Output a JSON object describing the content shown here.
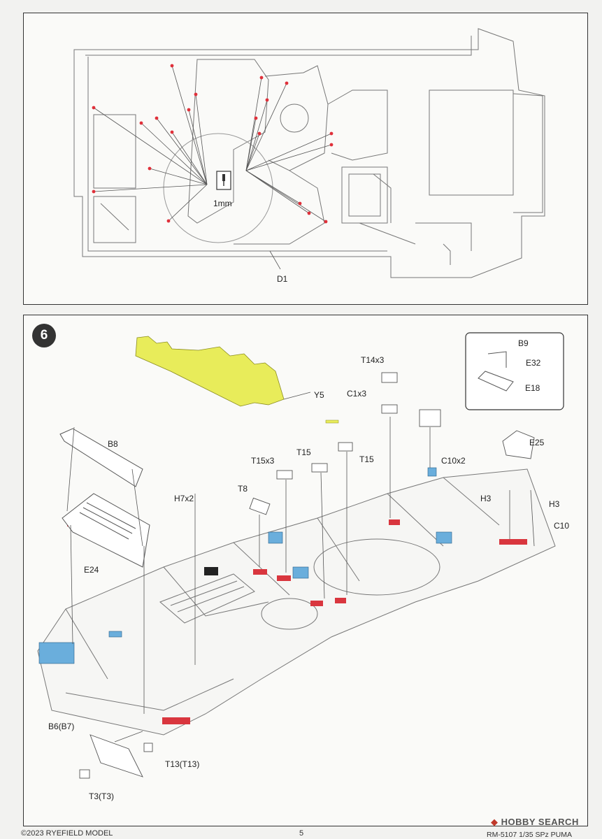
{
  "top_panel": {
    "drill_size": "1mm",
    "part_label": "D1",
    "drill_icon": "drill-icon"
  },
  "step": {
    "number": "6",
    "labels": {
      "b9": "B9",
      "e32": "E32",
      "e18": "E18",
      "e25": "E25",
      "t14x3": "T14x3",
      "c1x3": "C1x3",
      "y5": "Y5",
      "b8": "B8",
      "t15x3": "T15x3",
      "t15a": "T15",
      "t15b": "T15",
      "c10x2": "C10x2",
      "t8": "T8",
      "h7x2": "H7x2",
      "h3a": "H3",
      "h3b": "H3",
      "c10": "C10",
      "e24": "E24",
      "b6": "B6(B7)",
      "t13": "T13(T13)",
      "t3": "T3(T3)"
    },
    "colors": {
      "highlight_yellow": "#e8ec5a",
      "highlight_blue": "#6aaedc",
      "highlight_red": "#d9363e",
      "drill_red": "#e0303a"
    }
  },
  "footer": {
    "copyright": "©2023 RYEFIELD MODEL",
    "page_number": "5",
    "product": "RM-5107 1/35 SPz PUMA",
    "watermark": "HOBBY SEARCH"
  }
}
